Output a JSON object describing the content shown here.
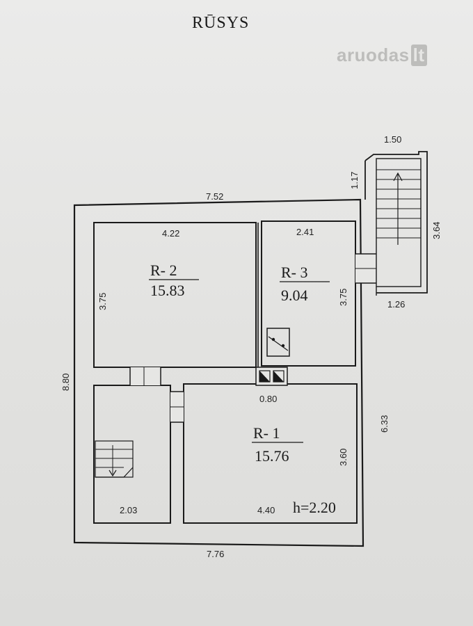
{
  "title": "RŪSYS",
  "watermark": {
    "text": "aruodas",
    "suffix": "lt"
  },
  "rooms": [
    {
      "id": "r2",
      "name": "R- 2",
      "area": "15.83"
    },
    {
      "id": "r3",
      "name": "R- 3",
      "area": "9.04"
    },
    {
      "id": "r1",
      "name": "R- 1",
      "area": "15.76"
    }
  ],
  "height": "h=2.20",
  "dimensions": {
    "top_width": "7.52",
    "bottom_width": "7.76",
    "left_height": "8.80",
    "right_height": "6.33",
    "r2_width": "4.22",
    "r2_height": "3.75",
    "r3_width": "2.41",
    "r3_height": "3.75",
    "stair_width_top": "1.50",
    "stair_offset": "1.17",
    "stair_length": "3.64",
    "stair_width_bottom": "1.26",
    "chimney_width": "0.80",
    "r1_height": "3.60",
    "r1_width": "4.40",
    "stair_room_width": "2.03"
  }
}
